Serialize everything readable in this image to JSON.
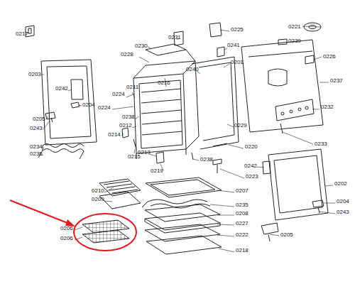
{
  "diagram": {
    "labels": [
      "0217",
      "0231",
      "0225",
      "0221",
      "0239",
      "0230",
      "0241",
      "0226",
      "0203",
      "0242",
      "0228",
      "0201",
      "0240",
      "0237",
      "0211",
      "0216",
      "0224",
      "0224",
      "0238",
      "0205",
      "0204",
      "0243",
      "0212",
      "0214",
      "0229",
      "0232",
      "0233",
      "0234",
      "0236",
      "0215",
      "0213",
      "0220",
      "0219",
      "0238",
      "0223",
      "0242",
      "0202",
      "0210",
      "0209",
      "0207",
      "0204",
      "0235",
      "0243",
      "0208",
      "0227",
      "0206",
      "0206",
      "0222",
      "0205",
      "0218"
    ]
  }
}
